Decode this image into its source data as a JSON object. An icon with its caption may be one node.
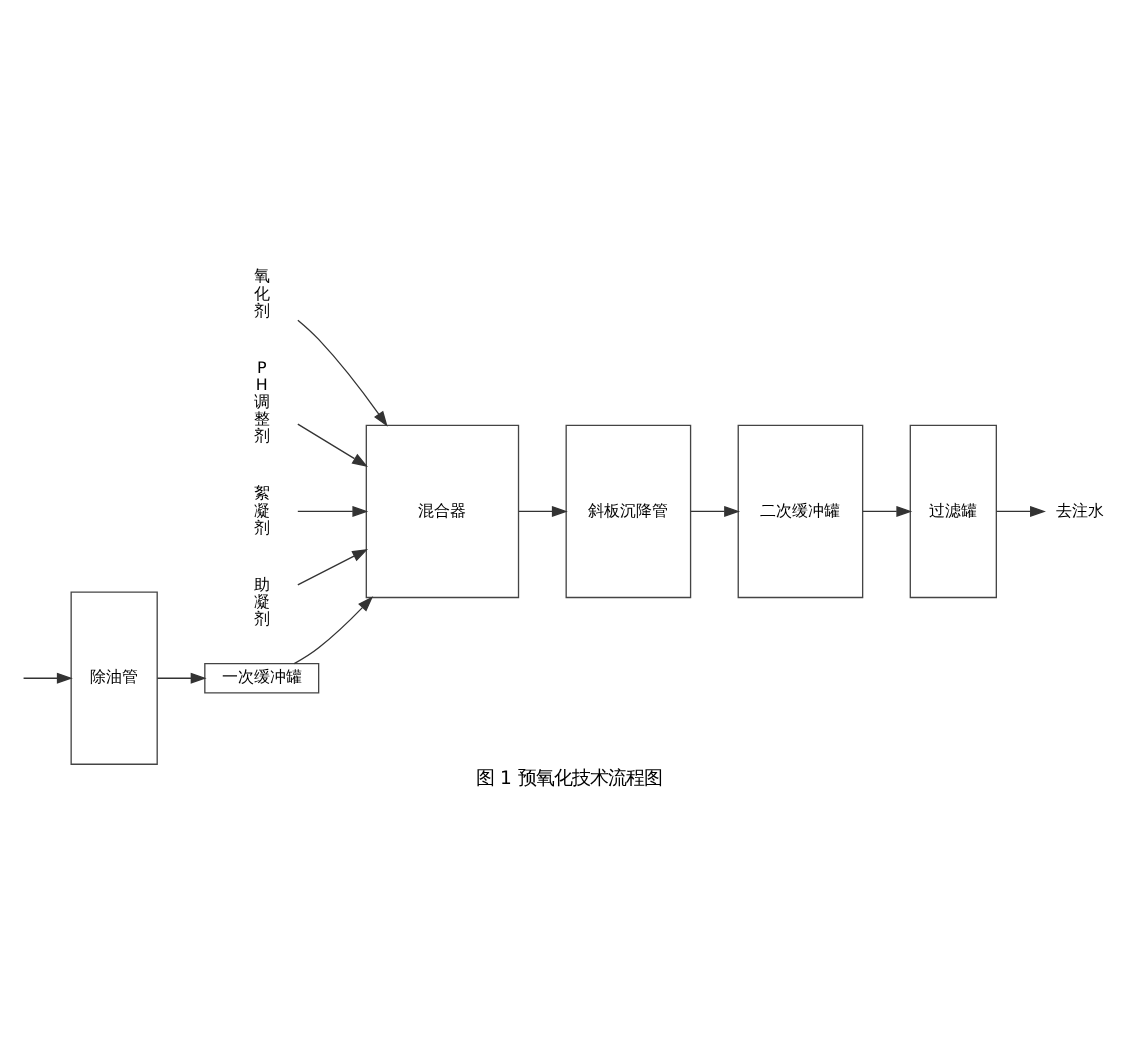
{
  "diagram": {
    "caption": "图 1 预氧化技术流程图",
    "nodes": [
      {
        "text": [
          "除油管"
        ]
      },
      {
        "text": [
          "一次缓冲罐"
        ]
      },
      {
        "text": [
          "混合器"
        ]
      },
      {
        "text": [
          "斜板沉降管"
        ]
      },
      {
        "text": [
          "二次缓冲罐"
        ]
      },
      {
        "text": [
          "过滤罐"
        ]
      },
      {
        "text": [
          "去注水"
        ]
      },
      {
        "text": [
          "氧化剂"
        ]
      },
      {
        "text": [
          "PH调整剂"
        ]
      },
      {
        "text": [
          "絮凝剂"
        ]
      },
      {
        "text": [
          "助凝剂"
        ]
      }
    ],
    "edges": [
      {
        "from": null,
        "to": 0,
        "arrow": "to"
      },
      {
        "from": 0,
        "to": 1,
        "arrow": "to"
      },
      {
        "from": 1,
        "to": 2,
        "arrow": "to"
      },
      {
        "from": 7,
        "to": 2,
        "arrow": "to"
      },
      {
        "from": 8,
        "to": 2,
        "arrow": "to"
      },
      {
        "from": 9,
        "to": 2,
        "arrow": "to"
      },
      {
        "from": 10,
        "to": 2,
        "arrow": "to"
      },
      {
        "from": 2,
        "to": 3,
        "arrow": "to"
      },
      {
        "from": 3,
        "to": 4,
        "arrow": "to"
      },
      {
        "from": 4,
        "to": 5,
        "arrow": "to"
      },
      {
        "from": 5,
        "to": 6,
        "arrow": "to"
      }
    ]
  }
}
